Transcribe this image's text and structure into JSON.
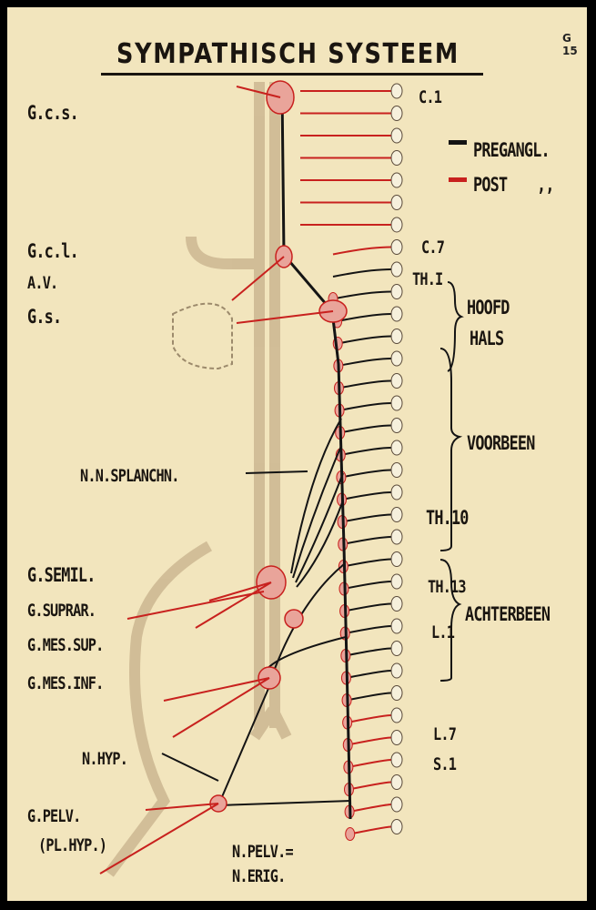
{
  "title": "SYMPATHISCH SYSTEEM",
  "plate_code": "G 15",
  "legend": {
    "preganglionic": "PREGANGL.",
    "postganglionic": "POST",
    "ditto": ",,",
    "colors": {
      "pre": "#141414",
      "post": "#c8211e"
    }
  },
  "left_labels": [
    "G.c.s.",
    "G.c.l.",
    "A.V.",
    "G.s.",
    "N.N.SPLANCHN.",
    "G.SEMIL.",
    "G.SUPRAR.",
    "G.MES.SUP.",
    "G.MES.INF.",
    "N.HYP.",
    "G.PELV.",
    "(PL.HYP.)",
    "N.PELV.=",
    "N.ERIG."
  ],
  "right_labels": [
    "C.1",
    "C.7",
    "TH.I",
    "HOOFD",
    "HALS",
    "VOORBEEN",
    "TH.10",
    "TH.13",
    "ACHTERBEEN",
    "L.1",
    "L.7",
    "S.1"
  ]
}
